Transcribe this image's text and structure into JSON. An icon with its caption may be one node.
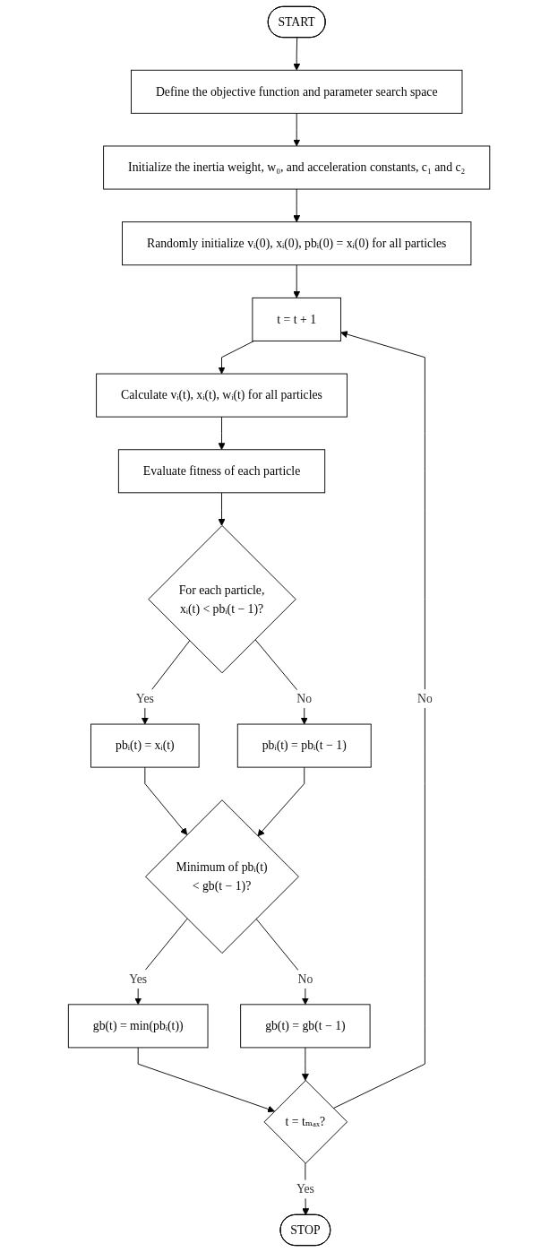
{
  "diagram": {
    "nodes": [
      {
        "text": [
          "START"
        ]
      },
      {
        "text": [
          "Define the objective function and parameter search space"
        ]
      },
      {
        "text": [
          "Initialize the inertia weight, w₀, and acceleration constants, c₁ and c₂"
        ]
      },
      {
        "text": [
          "Randomly initialize vᵢ(0), xᵢ(0), pbᵢ(0) = xᵢ(0) for all particles"
        ]
      },
      {
        "text": [
          "t = t + 1"
        ]
      },
      {
        "text": [
          "Calculate vᵢ(t), xᵢ(t), wᵢ(t) for all particles"
        ]
      },
      {
        "text": [
          "Evaluate fitness of each particle"
        ]
      },
      {
        "text": [
          "For each particle,",
          "xᵢ(t) < pbᵢ(t − 1)?"
        ]
      },
      {
        "text": [
          "pbᵢ(t) = xᵢ(t)"
        ]
      },
      {
        "text": [
          "pbᵢ(t) = pbᵢ(t − 1)"
        ]
      },
      {
        "text": [
          "Minimum of pbᵢ(t)",
          "< gb(t − 1)?"
        ]
      },
      {
        "text": [
          "gb(t) = min(pbᵢ(t))"
        ]
      },
      {
        "text": [
          "gb(t) = gb(t − 1)"
        ]
      },
      {
        "text": [
          "t = tₘₐₓ?"
        ]
      },
      {
        "text": [
          "STOP"
        ]
      }
    ],
    "edges": [
      {
        "from": 0,
        "to": 1,
        "arrow": "to"
      },
      {
        "from": 1,
        "to": 2,
        "arrow": "to"
      },
      {
        "from": 2,
        "to": 3,
        "arrow": "to"
      },
      {
        "from": 3,
        "to": 4,
        "arrow": "to"
      },
      {
        "from": 4,
        "to": 5,
        "arrow": "to"
      },
      {
        "from": 5,
        "to": 6,
        "arrow": "to"
      },
      {
        "from": 6,
        "to": 7,
        "arrow": "to"
      },
      {
        "from": 7,
        "to": 8,
        "arrow": "to",
        "label": "Yes"
      },
      {
        "from": 7,
        "to": 9,
        "arrow": "to",
        "label": "No"
      },
      {
        "from": 8,
        "to": 10,
        "arrow": "to"
      },
      {
        "from": 9,
        "to": 10,
        "arrow": "to"
      },
      {
        "from": 10,
        "to": 11,
        "arrow": "to",
        "label": "Yes"
      },
      {
        "from": 10,
        "to": 12,
        "arrow": "to",
        "label": "No"
      },
      {
        "from": 11,
        "to": 13,
        "arrow": "to"
      },
      {
        "from": 12,
        "to": 13,
        "arrow": "to"
      },
      {
        "from": 13,
        "to": 4,
        "arrow": "to",
        "label": "No"
      },
      {
        "from": 13,
        "to": 14,
        "arrow": "to",
        "label": "Yes"
      }
    ]
  }
}
